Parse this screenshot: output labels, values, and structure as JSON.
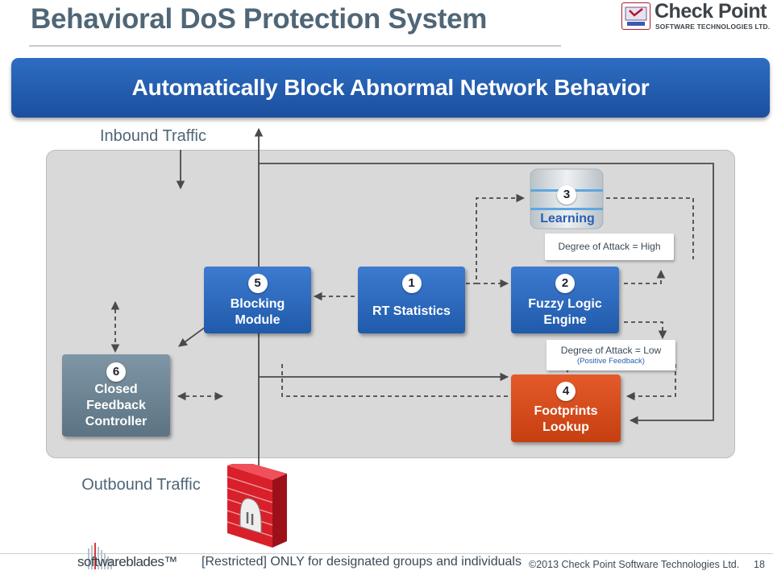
{
  "header": {
    "title": "Behavioral DoS Protection System",
    "logo_name": "Check Point",
    "logo_sub": "SOFTWARE TECHNOLOGIES LTD."
  },
  "banner": "Automatically Block Abnormal Network Behavior",
  "labels": {
    "inbound": "Inbound Traffic",
    "outbound": "Outbound Traffic"
  },
  "nodes": {
    "learning": {
      "num": "3",
      "label": "Learning"
    },
    "blocking": {
      "num": "5",
      "line1": "Blocking",
      "line2": "Module"
    },
    "rt_stats": {
      "num": "1",
      "label": "RT Statistics"
    },
    "fuzzy": {
      "num": "2",
      "line1": "Fuzzy Logic",
      "line2": "Engine"
    },
    "feedback": {
      "num": "6",
      "line1": "Closed",
      "line2": "Feedback",
      "line3": "Controller"
    },
    "footprints": {
      "num": "4",
      "line1": "Footprints",
      "line2": "Lookup"
    }
  },
  "notes": {
    "high": "Degree of Attack = High",
    "low": "Degree of Attack = Low",
    "low_sub": "(Positive Feedback)"
  },
  "footer": {
    "softwareblades": "softwareblades™",
    "restricted": "[Restricted] ONLY for designated groups and individuals",
    "copyright": "©2013 Check Point Software Technologies Ltd.",
    "page": "18"
  },
  "colors": {
    "title": "#4f6677",
    "banner": "#2d6dc2",
    "box_blue": "#2f6bc0",
    "box_grey": "#6a8393",
    "box_orange": "#d54a1b",
    "firewall": "#d8202b"
  },
  "icons": [
    "check-point-logo-icon",
    "database-icon",
    "firewall-icon",
    "softwareblades-logo-icon"
  ]
}
